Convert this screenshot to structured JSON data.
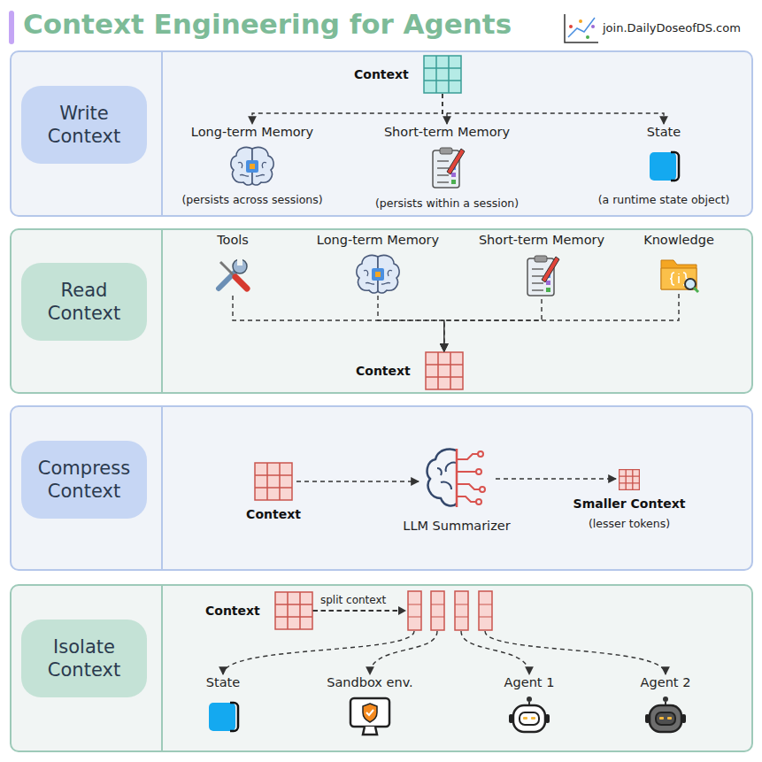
{
  "diagram": {
    "title": "Context Engineering for Agents",
    "nodes": [
      {
        "text": [
          "Write Context"
        ]
      },
      {
        "text": [
          "Context"
        ]
      },
      {
        "text": [
          "Long-term Memory",
          "(persists across sessions)"
        ]
      },
      {
        "text": [
          "Short-term Memory",
          "(persists within a session)"
        ]
      },
      {
        "text": [
          "State",
          "(a runtime state object)"
        ]
      },
      {
        "text": [
          "Read Context"
        ]
      },
      {
        "text": [
          "Tools"
        ]
      },
      {
        "text": [
          "Long-term Memory"
        ]
      },
      {
        "text": [
          "Short-term Memory"
        ]
      },
      {
        "text": [
          "Knowledge"
        ]
      },
      {
        "text": [
          "Context"
        ]
      },
      {
        "text": [
          "Compress Context"
        ]
      },
      {
        "text": [
          "Context"
        ]
      },
      {
        "text": [
          "LLM Summarizer"
        ]
      },
      {
        "text": [
          "Smaller Context",
          "(lesser tokens)"
        ]
      },
      {
        "text": [
          "Isolate Context"
        ]
      },
      {
        "text": [
          "Context"
        ]
      },
      {
        "text": [
          "State"
        ]
      },
      {
        "text": [
          "Sandbox env."
        ]
      },
      {
        "text": [
          "Agent 1"
        ]
      },
      {
        "text": [
          "Agent 2"
        ]
      }
    ],
    "edges": [
      {
        "from": 1,
        "to": 2,
        "arrow": "to"
      },
      {
        "from": 1,
        "to": 3,
        "arrow": "to"
      },
      {
        "from": 1,
        "to": 4,
        "arrow": "to"
      },
      {
        "from": 6,
        "to": 10,
        "arrow": "to"
      },
      {
        "from": 7,
        "to": 10,
        "arrow": "to"
      },
      {
        "from": 8,
        "to": 10,
        "arrow": "to"
      },
      {
        "from": 9,
        "to": 10,
        "arrow": "to"
      },
      {
        "from": 12,
        "to": 13,
        "arrow": "to"
      },
      {
        "from": 13,
        "to": 14,
        "arrow": "to"
      },
      {
        "from": 16,
        "to": 17,
        "label": "split context",
        "arrow": "to"
      },
      {
        "from": 16,
        "to": 18,
        "arrow": "to"
      },
      {
        "from": 16,
        "to": 19,
        "arrow": "to"
      },
      {
        "from": 16,
        "to": 20,
        "arrow": "to"
      }
    ],
    "labels": [
      "join.DailyDoseofDS.com"
    ]
  }
}
